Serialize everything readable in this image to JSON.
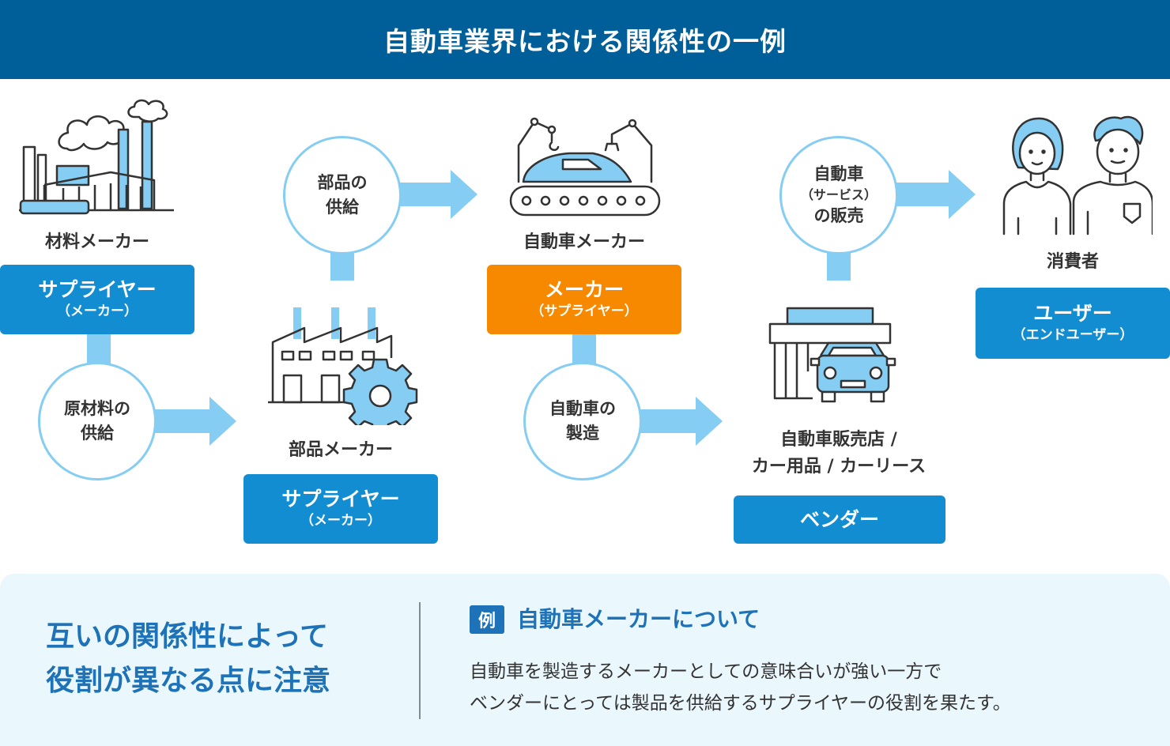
{
  "header": {
    "title": "自動車業界における関係性の一例"
  },
  "nodes": {
    "material": {
      "label": "材料メーカー",
      "role_main": "サプライヤー",
      "role_sub": "（メーカー）"
    },
    "parts": {
      "label": "部品メーカー",
      "role_main": "サプライヤー",
      "role_sub": "（メーカー）"
    },
    "automaker": {
      "label": "自動車メーカー",
      "role_main": "メーカー",
      "role_sub": "（サプライヤー）"
    },
    "dealer": {
      "label_line1": "自動車販売店 /",
      "label_line2": "カー用品 / カーリース",
      "role_main": "ベンダー"
    },
    "consumer": {
      "label": "消費者",
      "role_main": "ユーザー",
      "role_sub": "（エンドユーザー）"
    }
  },
  "flows": {
    "raw_supply": {
      "line1": "原材料の",
      "line2": "供給"
    },
    "parts_supply": {
      "line1": "部品の",
      "line2": "供給"
    },
    "manufacturing": {
      "line1": "自動車の",
      "line2": "製造"
    },
    "sales": {
      "line1": "自動車",
      "line2": "（サービス）",
      "line3": "の販売"
    }
  },
  "bottom": {
    "lead_line1": "互いの関係性によって",
    "lead_line2": "役割が異なる点に注意",
    "tag": "例",
    "example_title": "自動車メーカーについて",
    "example_line1": "自動車を製造するメーカーとしての意味合いが強い一方で",
    "example_line2": "ベンダーにとっては製品を供給するサプライヤーの役割を果たす。"
  },
  "colors": {
    "header": "#005f98",
    "role_blue": "#128dd1",
    "role_orange": "#f68900",
    "connector": "#85cdf2",
    "accent_text": "#1e72b8"
  },
  "icons": [
    "factory-icon",
    "parts-factory-gear-icon",
    "assembly-robot-car-icon",
    "car-dealer-shop-icon",
    "consumers-couple-icon"
  ]
}
